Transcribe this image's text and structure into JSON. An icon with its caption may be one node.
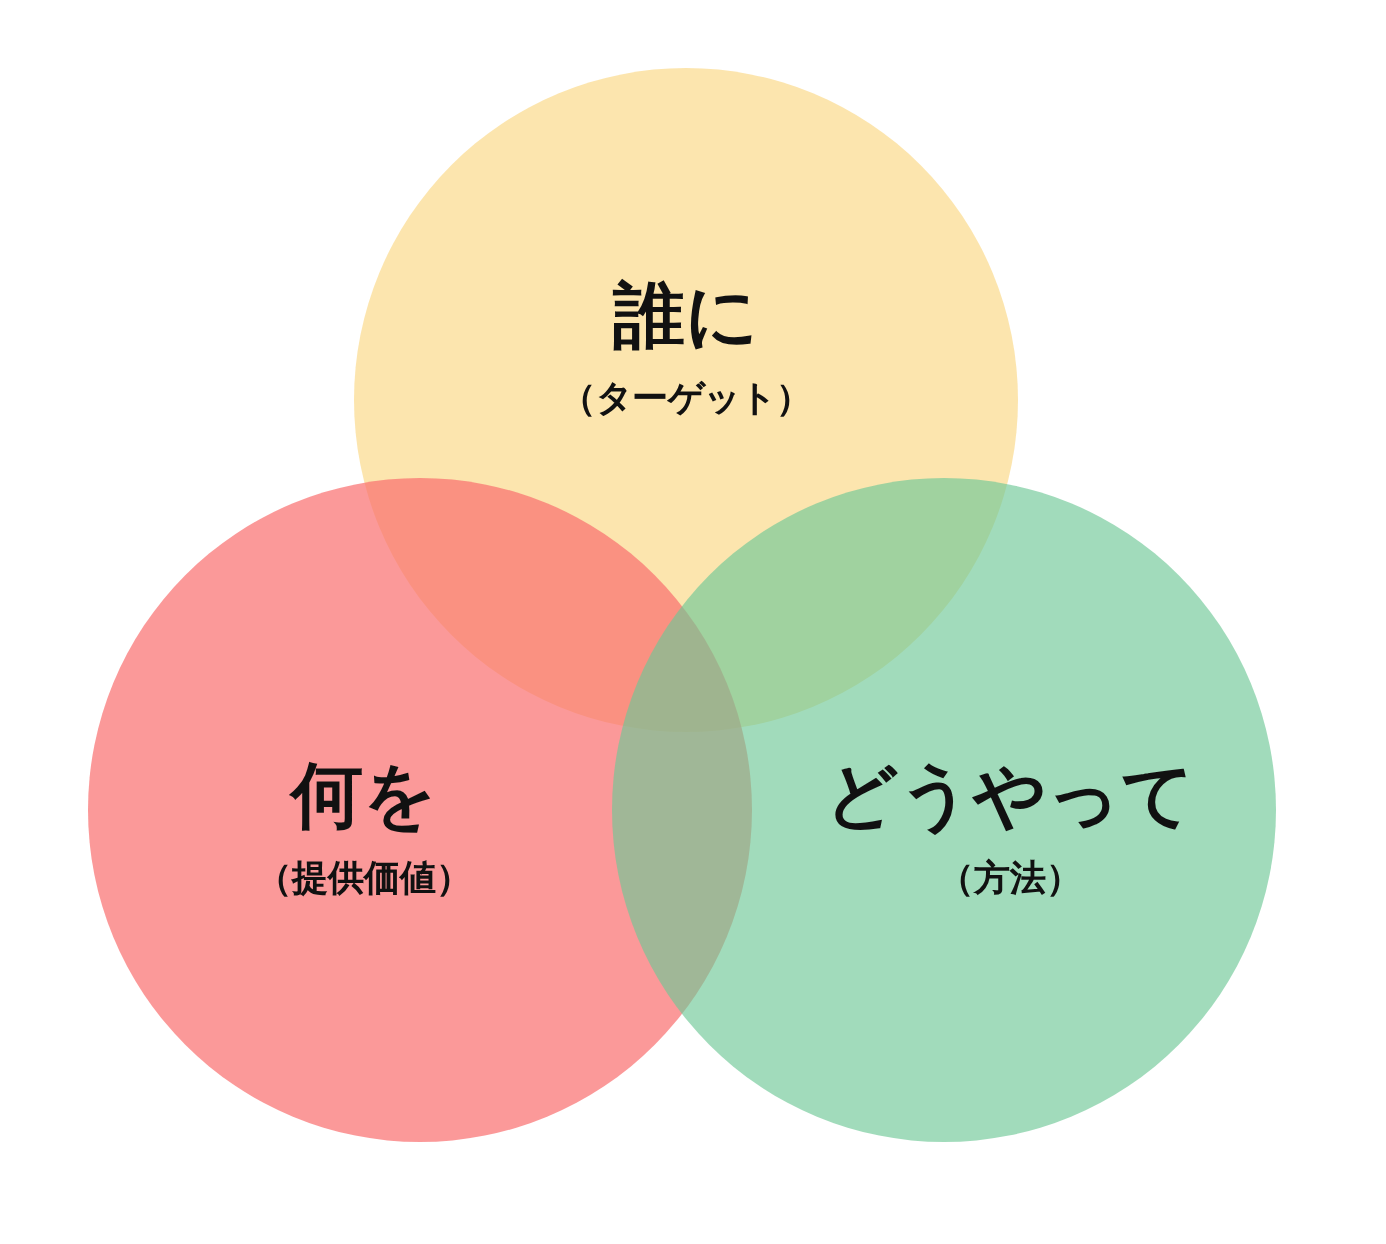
{
  "diagram": {
    "nodes": [
      {
        "text": [
          "誰に",
          "（ターゲット）"
        ]
      },
      {
        "text": [
          "何を",
          "（提供価値）"
        ]
      },
      {
        "text": [
          "どうやって",
          "（方法）"
        ]
      }
    ]
  }
}
